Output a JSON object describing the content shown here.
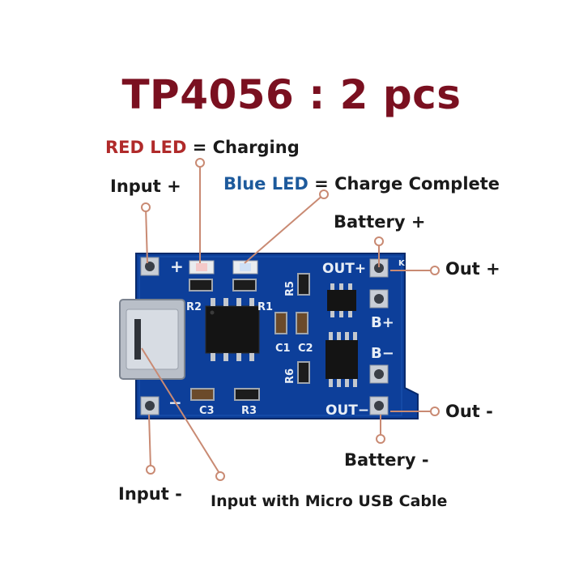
{
  "title": "TP4056 : 2 pcs",
  "labels": {
    "red_led": "RED LED",
    "red_led_eq": " = Charging",
    "blue_led": "Blue LED",
    "blue_led_eq": " = Charge Complete",
    "input_plus": "Input +",
    "input_minus": "Input -",
    "battery_plus": "Battery +",
    "battery_minus": "Battery -",
    "out_plus": "Out +",
    "out_minus": "Out -",
    "usb_input": "Input with Micro USB Cable"
  },
  "board_silk": {
    "plus": "+",
    "minus": "−",
    "out_plus": "OUT+",
    "out_minus": "OUT−",
    "b_plus": "B+",
    "b_minus": "B−",
    "r1": "R1",
    "r2": "R2",
    "r3": "R3",
    "r5": "R5",
    "r6": "R6",
    "c1": "C1",
    "c2": "C2",
    "c3": "C3",
    "k": "K"
  },
  "colors": {
    "title": "#7a1020",
    "red_led": "#b02a2a",
    "blue_led": "#1d5a9c",
    "pcb": "#0d3f9a",
    "callout_line": "#c98a73"
  }
}
